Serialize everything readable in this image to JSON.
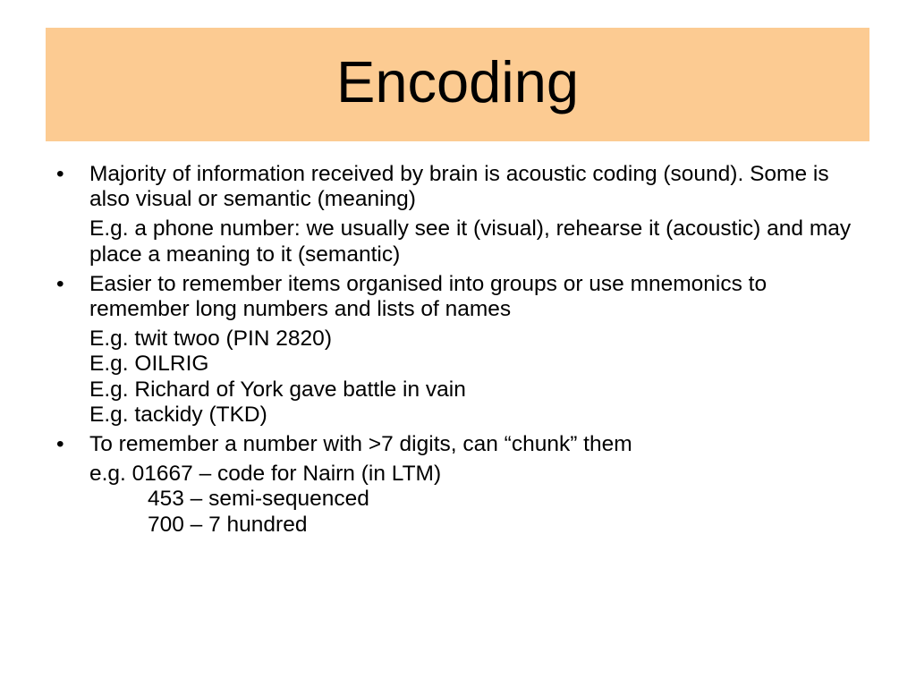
{
  "slide": {
    "background_color": "#ffffff",
    "title": {
      "text": "Encoding",
      "banner_color": "#fccb92",
      "text_color": "#000000"
    },
    "bullet_glyph": "•",
    "blocks": [
      {
        "id": "block-acoustic-coding",
        "bulleted": true,
        "lines": [
          {
            "indent": "bullet",
            "text": "Majority of information received by brain is acoustic coding (sound). Some is also visual or semantic (meaning)"
          }
        ]
      },
      {
        "id": "block-phone-number-example",
        "bulleted": false,
        "lines": [
          {
            "indent": "sub",
            "text": "E.g. a phone number: we usually see it (visual), rehearse it (acoustic) and may place a meaning to it (semantic)"
          }
        ]
      },
      {
        "id": "block-organised-groups",
        "bulleted": true,
        "lines": [
          {
            "indent": "bullet",
            "text": "Easier to remember items organised into groups or use mnemonics to remember long numbers and lists of names"
          }
        ]
      },
      {
        "id": "block-mnemonic-examples",
        "bulleted": false,
        "lines": [
          {
            "indent": "sub",
            "text": "E.g. twit twoo (PIN 2820)"
          },
          {
            "indent": "sub",
            "text": "E.g. OILRIG"
          },
          {
            "indent": "sub",
            "text": "E.g. Richard of York gave battle in vain"
          },
          {
            "indent": "sub",
            "text": "E.g. tackidy (TKD)"
          }
        ]
      },
      {
        "id": "block-chunking",
        "bulleted": true,
        "lines": [
          {
            "indent": "bullet",
            "text": "To remember a number with >7 digits, can “chunk” them"
          }
        ]
      },
      {
        "id": "block-chunk-examples",
        "bulleted": false,
        "lines": [
          {
            "indent": "sub",
            "text": "e.g.  01667 – code for Nairn (in LTM)"
          },
          {
            "indent": "deep",
            "text": "453 – semi-sequenced"
          },
          {
            "indent": "deep",
            "text": "700 – 7 hundred"
          }
        ]
      }
    ]
  }
}
